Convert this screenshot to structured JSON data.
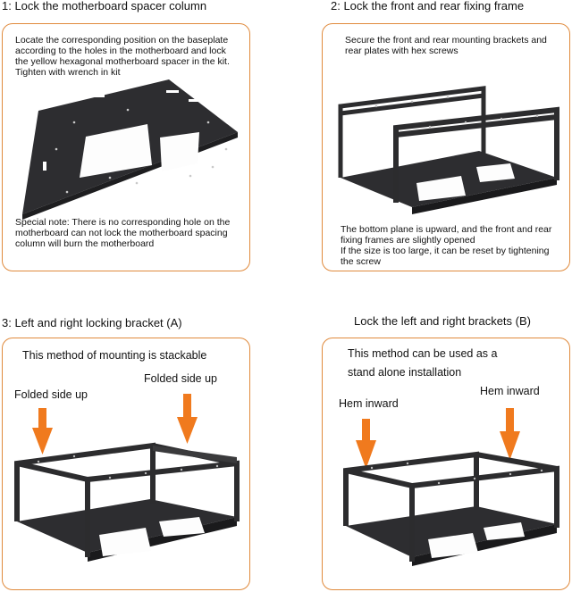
{
  "steps": [
    {
      "title": "1: Lock the motherboard spacer column",
      "paragraphs": [
        "Locate the corresponding position on the baseplate",
        "according to the holes in the motherboard and lock",
        " the yellow hexagonal motherboard spacer in the kit.",
        "Tighten with wrench in kit"
      ],
      "note": [
        "Special note: There is no corresponding hole on the",
        "motherboard can not lock the motherboard spacing",
        "column will burn the motherboard"
      ]
    },
    {
      "title": "2: Lock the front and rear fixing frame",
      "paragraphs": [
        "Secure the front and rear mounting brackets and",
        "rear plates with hex screws"
      ],
      "note": [
        "The bottom plane is upward, and the front and rear",
        "fixing frames are slightly opened",
        "If the size is too large, it can be reset by tightening",
        "the screw"
      ]
    },
    {
      "title": "3: Left and right locking bracket (A)",
      "heading": "This method of mounting is stackable",
      "label_left": "Folded side up",
      "label_right": "Folded side up"
    },
    {
      "title": "Lock the left and right brackets (B)",
      "heading_lines": [
        "This method can be used as a",
        "stand alone installation"
      ],
      "label_left": "Hem inward",
      "label_right": "Hem inward"
    }
  ],
  "colors": {
    "border": "#e08a3c",
    "arrow": "#f07a1e",
    "metal": "#2c2c2e"
  }
}
